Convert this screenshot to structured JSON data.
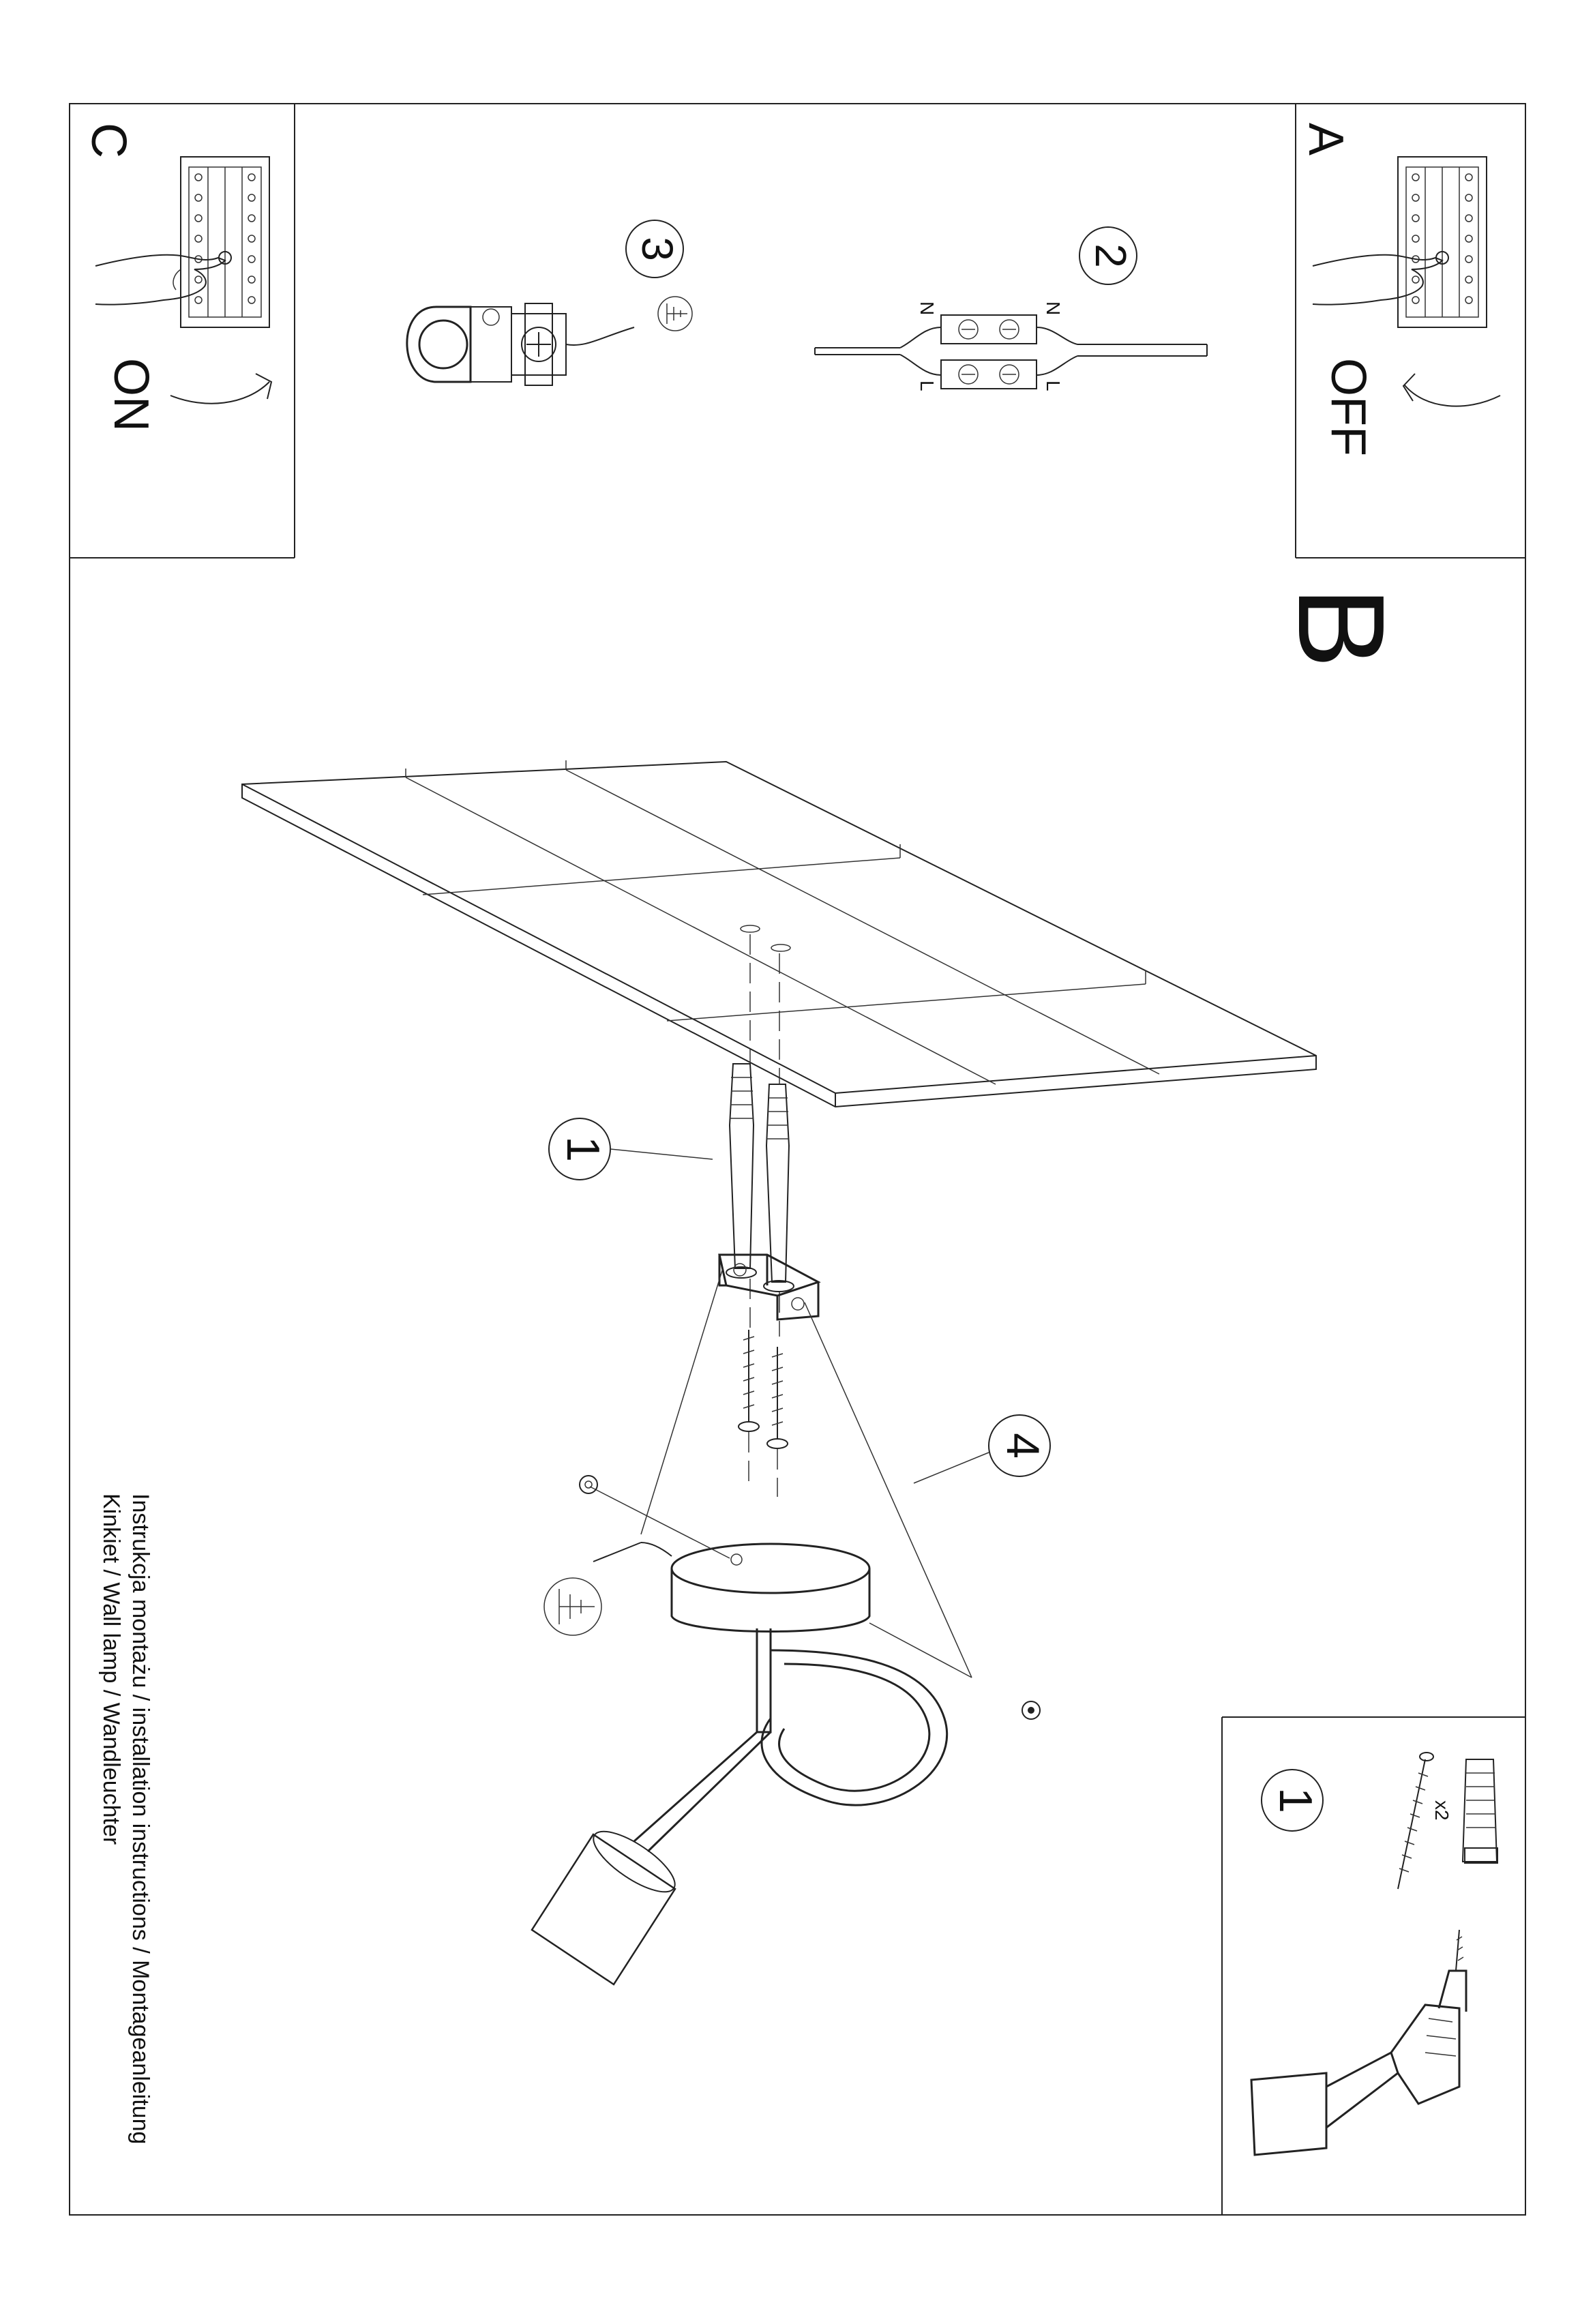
{
  "panels": {
    "a": {
      "letter": "A",
      "state": "OFF"
    },
    "c": {
      "letter": "C",
      "state": "ON"
    },
    "b": {
      "letter": "B"
    }
  },
  "steps": {
    "s1": "1",
    "s2": "2",
    "s3": "3",
    "s4": "4",
    "parts_step": "1"
  },
  "connector": {
    "n_left": "N",
    "n_right": "N",
    "l_left": "L",
    "l_right": "L"
  },
  "parts": {
    "quantity": "x2"
  },
  "title_lines": [
    "Instrukcja montażu / installation instructions / Montageanleitung",
    "Kinkiet / Wall lamp / Wandleuchter"
  ]
}
